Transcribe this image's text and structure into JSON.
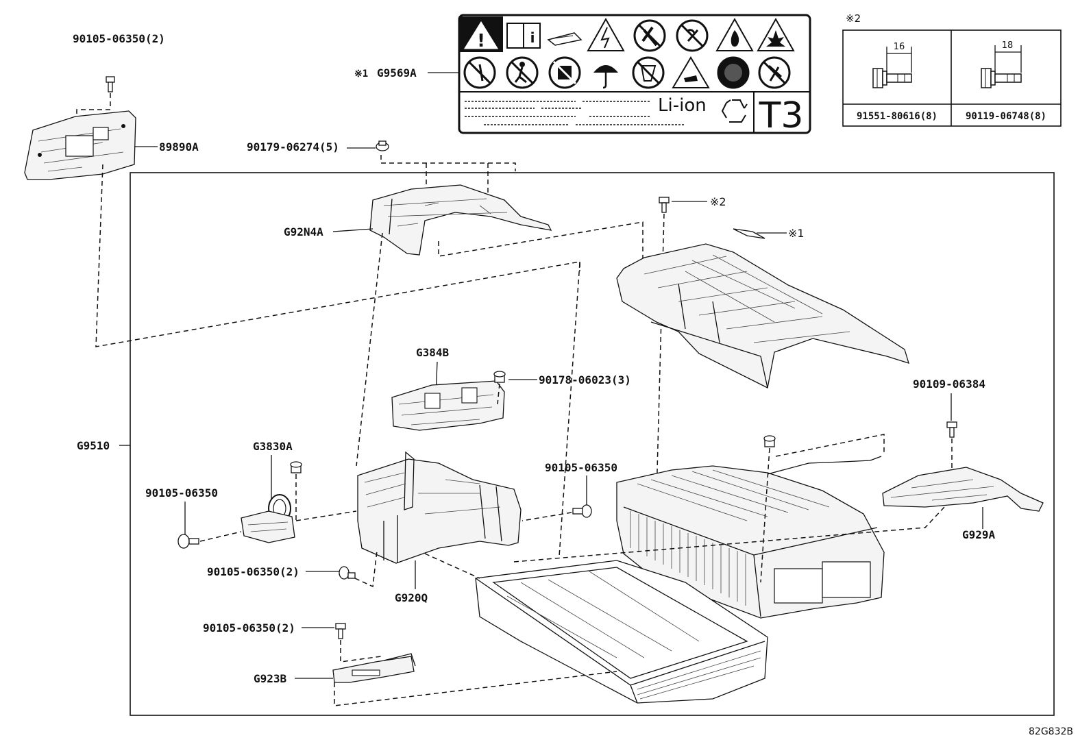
{
  "label_sheet": {
    "callout": "G9569A",
    "callout_prefix": "※1",
    "chemistry": "Li-ion",
    "class_code": "T3"
  },
  "fastener_table": {
    "title": "※2",
    "columns": [
      {
        "dimension": "16",
        "part_no": "91551-80616(8)"
      },
      {
        "dimension": "18",
        "part_no": "90119-06748(8)"
      }
    ]
  },
  "callouts": {
    "top_left_bolt": "90105-06350(2)",
    "cover_plate": "89890A",
    "clip": "90179-06274(5)",
    "duct": "G92N4A",
    "note2_ref": "※2",
    "note1_ref": "※1",
    "ecu": "G384B",
    "nut": "90178-06023(3)",
    "assembly": "G9510",
    "sensor": "G3830A",
    "bolt_left": "90105-06350",
    "bolt_center": "90105-06350",
    "bracket_bolt": "90105-06350(2)",
    "bracket": "G920Q",
    "bottom_bolt": "90105-06350(2)",
    "plate_bottom": "G923B",
    "right_bolt": "90109-06384",
    "right_duct": "G929A"
  },
  "diagram_id": "82G832B"
}
